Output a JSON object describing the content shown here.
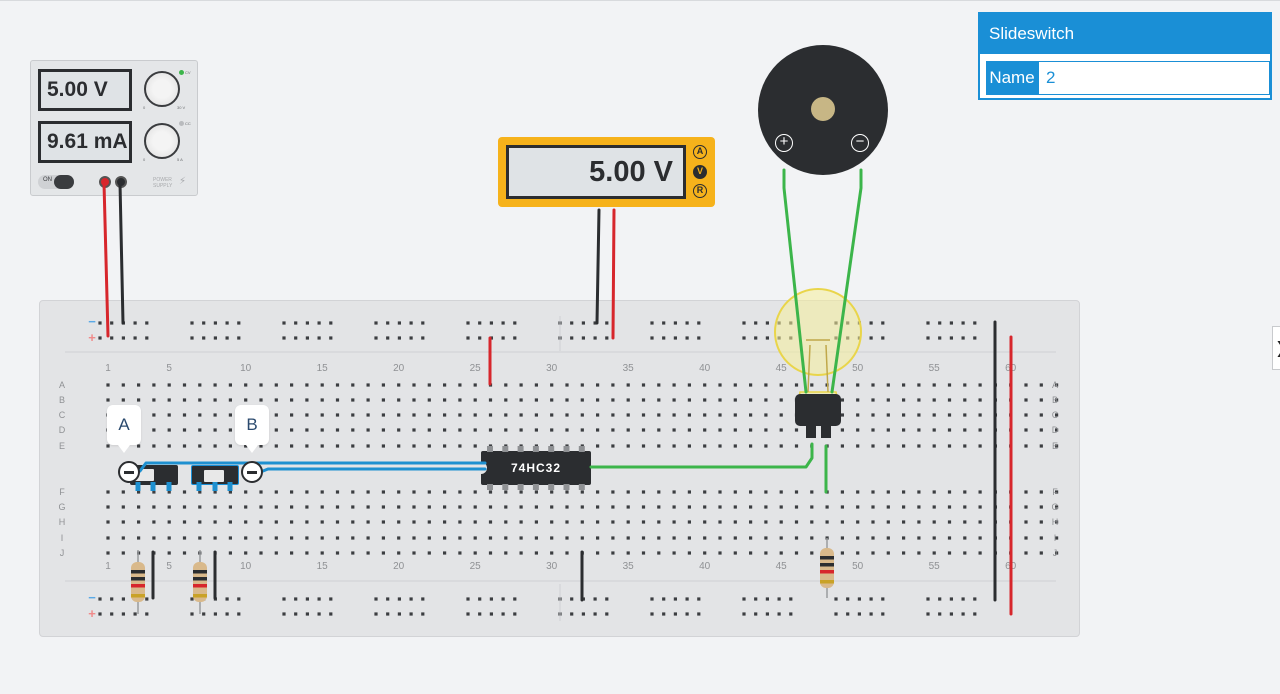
{
  "inspector": {
    "title": "Slideswitch",
    "name_label": "Name",
    "name_value": "2"
  },
  "power_supply": {
    "voltage_display": "5.00 V",
    "current_display": "9.61 mA",
    "on_label": "ON",
    "brand_text": "POWER SUPPLY",
    "v_knob_min": "0",
    "v_knob_max": "30 V",
    "a_knob_min": "0",
    "a_knob_max": "5 A",
    "cv_label": "CV",
    "cc_label": "CC"
  },
  "multimeter": {
    "display": "5.00 V",
    "modes": [
      "A",
      "V",
      "R"
    ],
    "active_mode": "V"
  },
  "buzzer": {
    "plus": "+",
    "minus": "−"
  },
  "chip": {
    "label": "74HC32"
  },
  "switch_tags": [
    "A",
    "B"
  ],
  "breadboard": {
    "column_numbers": [
      "1",
      "5",
      "10",
      "15",
      "20",
      "25",
      "30",
      "35",
      "40",
      "45",
      "50",
      "55",
      "60"
    ],
    "rows_top": [
      "A",
      "B",
      "C",
      "D",
      "E"
    ],
    "rows_bottom": [
      "F",
      "G",
      "H",
      "I",
      "J"
    ],
    "rail_minus": "−",
    "rail_plus": "+"
  },
  "colors": {
    "accent": "#1a8fd6",
    "wire_red": "#d7262c",
    "wire_black": "#2b2d30",
    "wire_blue": "#1e90d0",
    "wire_green": "#3cb54a",
    "meter_body": "#f6b21b",
    "rail_minus": "#5aa9e6",
    "rail_plus": "#f08a8a"
  },
  "icons": {
    "panel_toggle": "chevron-right-icon"
  }
}
